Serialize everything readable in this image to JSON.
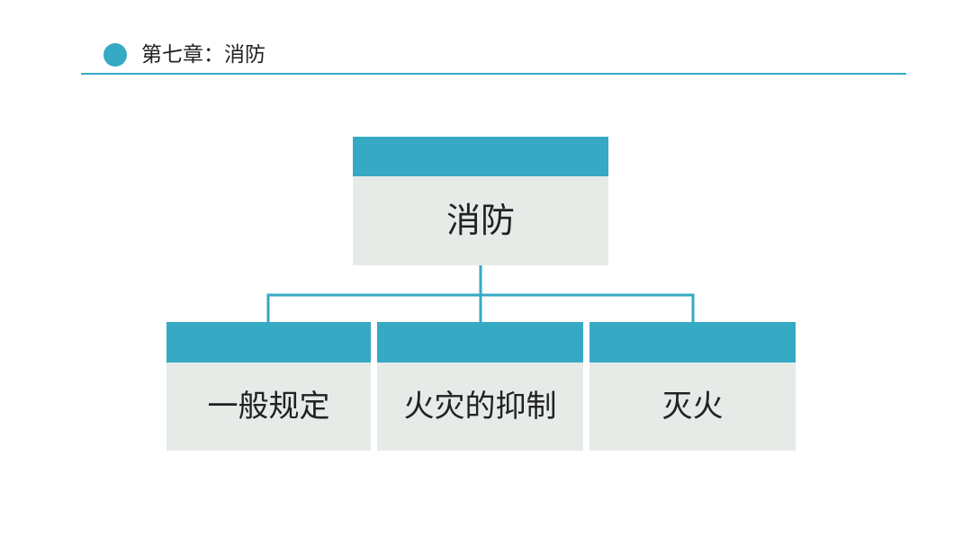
{
  "header": {
    "title": "第七章：消防"
  },
  "diagram": {
    "root": {
      "label": "消防"
    },
    "children": [
      {
        "label": "一般规定"
      },
      {
        "label": "火灾的抑制"
      },
      {
        "label": "灭火"
      }
    ]
  },
  "colors": {
    "accent": "#36a9c4",
    "node_fill": "#e6ebe8",
    "text": "#222222"
  }
}
